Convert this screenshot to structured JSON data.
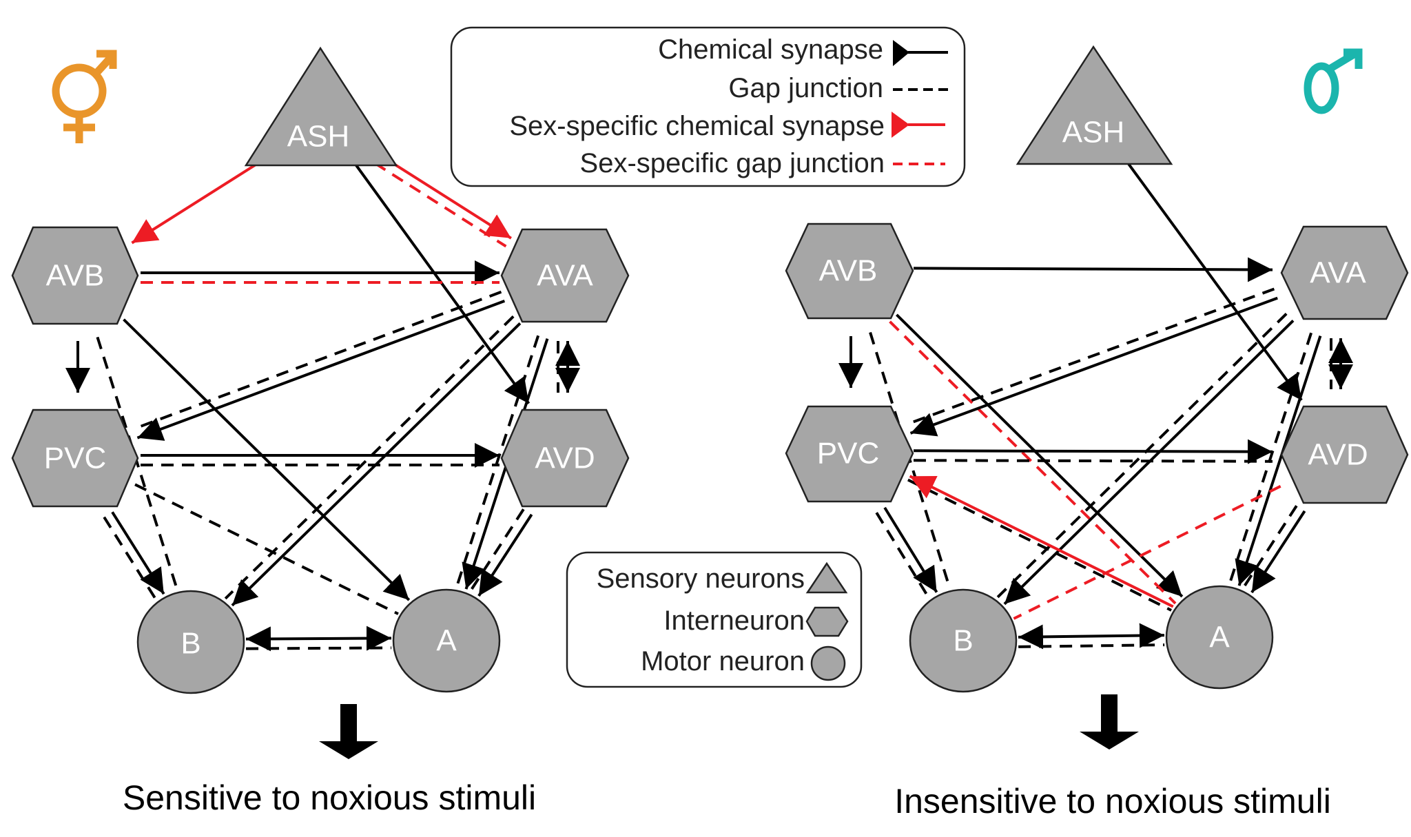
{
  "colors": {
    "hermaphrodite_symbol": "#e9952a",
    "male_symbol": "#1bb5ad",
    "node_fill": "#a6a6a6",
    "chemical": "#000000",
    "sex_specific": "#ed1c24"
  },
  "legend_connections": {
    "items": [
      {
        "label": "Chemical synapse",
        "type": "chem"
      },
      {
        "label": "Gap junction",
        "type": "gap"
      },
      {
        "label": "Sex-specific chemical synapse",
        "type": "chem-red"
      },
      {
        "label": "Sex-specific gap junction",
        "type": "gap-red"
      }
    ]
  },
  "legend_neurons": {
    "items": [
      {
        "label": "Sensory neurons",
        "shape": "triangle"
      },
      {
        "label": "Interneuron",
        "shape": "hexagon"
      },
      {
        "label": "Motor neuron",
        "shape": "circle"
      }
    ]
  },
  "panels": [
    {
      "id": "hermaphrodite",
      "symbol": "hermaphrodite-symbol",
      "outcome": "Sensitive to noxious stimuli",
      "nodes": {
        "ASH": "ASH",
        "AVB": "AVB",
        "AVA": "AVA",
        "PVC": "PVC",
        "AVD": "AVD",
        "B": "B",
        "A": "A"
      },
      "edges": [
        {
          "from": "ASH",
          "to": "AVB",
          "type": "chem-red"
        },
        {
          "from": "ASH",
          "to": "AVA",
          "type": "chem-red"
        },
        {
          "from": "ASH",
          "to": "AVA",
          "type": "gap-red"
        },
        {
          "from": "ASH",
          "to": "AVD",
          "type": "chem"
        },
        {
          "from": "AVB",
          "to": "AVA",
          "type": "chem"
        },
        {
          "from": "AVB",
          "to": "AVA",
          "type": "gap-red"
        },
        {
          "from": "AVB",
          "to": "PVC",
          "type": "chem"
        },
        {
          "from": "AVB",
          "to": "A",
          "type": "chem"
        },
        {
          "from": "AVB",
          "to": "B",
          "type": "gap"
        },
        {
          "from": "AVA",
          "to": "PVC",
          "type": "chem"
        },
        {
          "from": "AVA",
          "to": "PVC",
          "type": "gap"
        },
        {
          "from": "AVA",
          "to": "B",
          "type": "chem"
        },
        {
          "from": "AVA",
          "to": "B",
          "type": "gap"
        },
        {
          "from": "AVA",
          "to": "A",
          "type": "chem"
        },
        {
          "from": "AVA",
          "to": "A",
          "type": "gap"
        },
        {
          "from": "AVA",
          "to": "AVD",
          "type": "chem-bi"
        },
        {
          "from": "AVA",
          "to": "AVD",
          "type": "gap"
        },
        {
          "from": "PVC",
          "to": "AVD",
          "type": "chem"
        },
        {
          "from": "PVC",
          "to": "AVD",
          "type": "gap"
        },
        {
          "from": "PVC",
          "to": "B",
          "type": "chem"
        },
        {
          "from": "PVC",
          "to": "B",
          "type": "gap"
        },
        {
          "from": "PVC",
          "to": "A",
          "type": "gap"
        },
        {
          "from": "AVD",
          "to": "A",
          "type": "chem"
        },
        {
          "from": "AVD",
          "to": "A",
          "type": "gap"
        },
        {
          "from": "B",
          "to": "A",
          "type": "chem-bi"
        },
        {
          "from": "B",
          "to": "A",
          "type": "gap"
        }
      ]
    },
    {
      "id": "male",
      "symbol": "male-symbol",
      "outcome": "Insensitive to noxious stimuli",
      "nodes": {
        "ASH": "ASH",
        "AVB": "AVB",
        "AVA": "AVA",
        "PVC": "PVC",
        "AVD": "AVD",
        "B": "B",
        "A": "A"
      },
      "edges": [
        {
          "from": "ASH",
          "to": "AVD",
          "type": "chem"
        },
        {
          "from": "AVB",
          "to": "AVA",
          "type": "chem"
        },
        {
          "from": "AVB",
          "to": "PVC",
          "type": "chem"
        },
        {
          "from": "AVB",
          "to": "A",
          "type": "chem"
        },
        {
          "from": "AVB",
          "to": "B",
          "type": "gap"
        },
        {
          "from": "AVB",
          "to": "A",
          "type": "gap-red"
        },
        {
          "from": "AVA",
          "to": "PVC",
          "type": "chem"
        },
        {
          "from": "AVA",
          "to": "PVC",
          "type": "gap"
        },
        {
          "from": "AVA",
          "to": "B",
          "type": "chem"
        },
        {
          "from": "AVA",
          "to": "B",
          "type": "gap"
        },
        {
          "from": "AVA",
          "to": "A",
          "type": "chem"
        },
        {
          "from": "AVA",
          "to": "A",
          "type": "gap"
        },
        {
          "from": "AVA",
          "to": "AVD",
          "type": "chem-bi"
        },
        {
          "from": "AVA",
          "to": "AVD",
          "type": "gap"
        },
        {
          "from": "PVC",
          "to": "AVD",
          "type": "chem"
        },
        {
          "from": "PVC",
          "to": "AVD",
          "type": "gap"
        },
        {
          "from": "PVC",
          "to": "B",
          "type": "chem"
        },
        {
          "from": "PVC",
          "to": "B",
          "type": "gap"
        },
        {
          "from": "PVC",
          "to": "A",
          "type": "gap"
        },
        {
          "from": "A",
          "to": "PVC",
          "type": "chem-red"
        },
        {
          "from": "AVD",
          "to": "B",
          "type": "gap-red"
        },
        {
          "from": "AVD",
          "to": "A",
          "type": "chem"
        },
        {
          "from": "AVD",
          "to": "A",
          "type": "gap"
        },
        {
          "from": "B",
          "to": "A",
          "type": "chem-bi"
        },
        {
          "from": "B",
          "to": "A",
          "type": "gap"
        }
      ]
    }
  ]
}
